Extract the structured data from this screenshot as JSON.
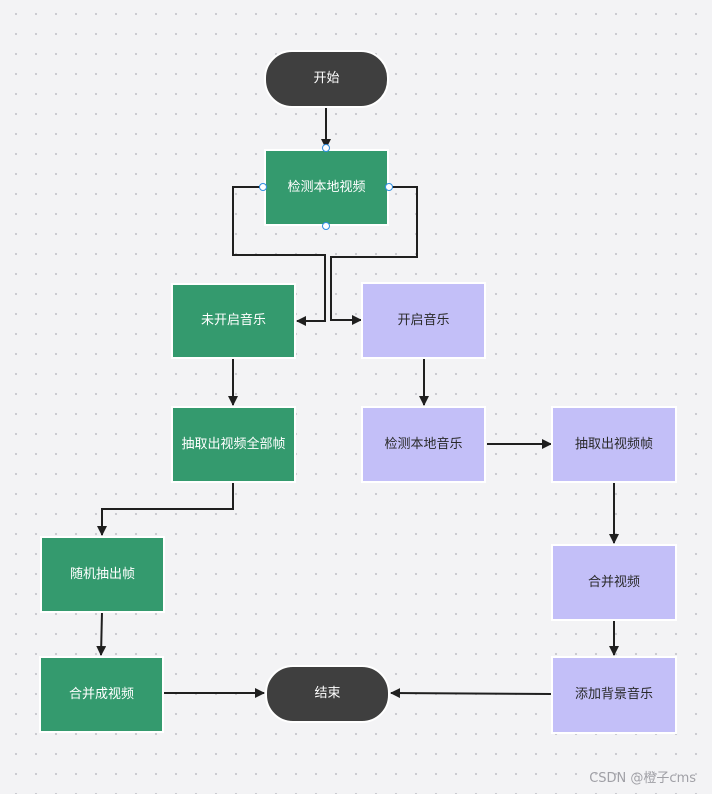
{
  "flowchart": {
    "start": "开始",
    "end": "结束",
    "detect_video": "检测本地视频",
    "music_off": "未开启音乐",
    "music_on": "开启音乐",
    "extract_all_frames": "抽取出视频全部帧",
    "random_extract": "随机抽出帧",
    "merge_to_video": "合并成视频",
    "detect_music": "检测本地音乐",
    "extract_frames": "抽取出视频帧",
    "merge_video": "合并视频",
    "add_bgm": "添加背景音乐"
  },
  "watermark": "CSDN @橙子cms",
  "colors": {
    "green": "#349a6e",
    "purple": "#c3bff8",
    "terminal": "#3f3f3f",
    "edge": "#1f1f1f",
    "handle": "#2f8ee0"
  }
}
